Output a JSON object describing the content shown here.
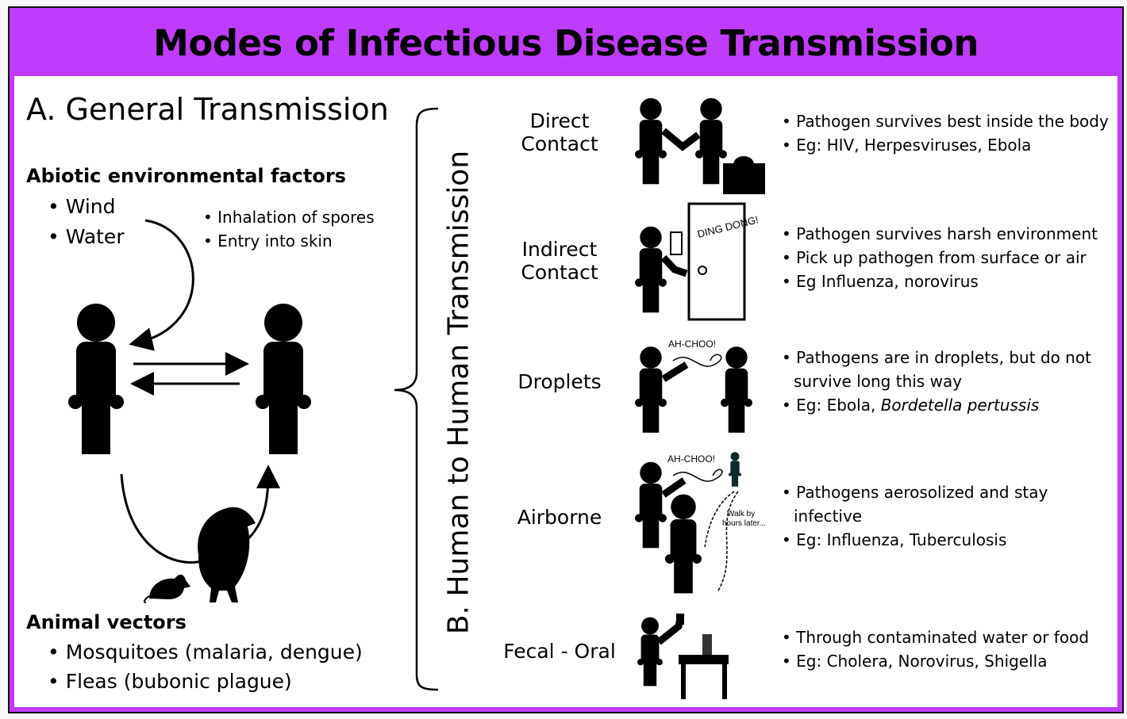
{
  "title": "Modes of Infectious Disease Transmission",
  "colors": {
    "frame": "#c03cfc",
    "ink": "#000000"
  },
  "general": {
    "heading": "A. General Transmission",
    "abiotic_heading": "Abiotic environmental factors",
    "abiotic_items": [
      "• Wind",
      "• Water"
    ],
    "routes": [
      "• Inhalation of spores",
      "• Entry into skin"
    ],
    "animal_heading": "Animal vectors",
    "animal_items": [
      "• Mosquitoes (malaria, dengue)",
      "• Fleas (bubonic plague)"
    ]
  },
  "human": {
    "heading": "B. Human to Human Transmission",
    "modes": [
      {
        "label": [
          "Direct",
          "Contact"
        ],
        "bullets": [
          "• Pathogen survives best inside the body",
          "• Eg:  HIV, Herpesviruses, Ebola"
        ]
      },
      {
        "label": [
          "Indirect",
          "Contact"
        ],
        "bullets": [
          "• Pathogen survives harsh environment",
          "• Pick up pathogen from surface or air",
          "• Eg Influenza, norovirus"
        ],
        "sound": "DING DONG!"
      },
      {
        "label": [
          "Droplets"
        ],
        "bullets": [
          "• Pathogens are in droplets, but do not",
          "survive long this way",
          "• Eg:  Ebola, "
        ],
        "italic": "Bordetella pertussis",
        "sound": "AH-CHOO!"
      },
      {
        "label": [
          "Airborne"
        ],
        "bullets": [
          "• Pathogens aerosolized and stay",
          "infective",
          "• Eg: Influenza, Tuberculosis"
        ],
        "sound": "AH-CHOO!",
        "note": [
          "Walk by",
          "hours later..."
        ]
      },
      {
        "label": [
          "Fecal - Oral"
        ],
        "bullets": [
          "• Through contaminated water or food",
          "• Eg:  Cholera, Norovirus, Shigella"
        ]
      }
    ]
  }
}
